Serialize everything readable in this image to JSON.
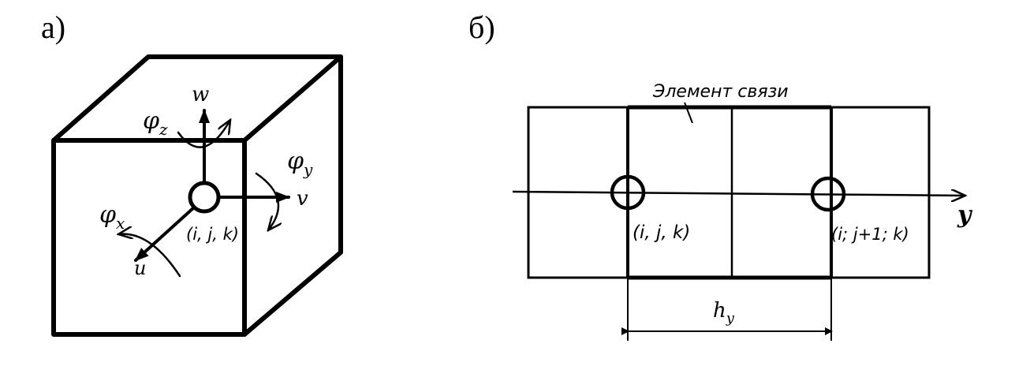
{
  "panel_a": {
    "label": "а)",
    "axes": {
      "w": "w",
      "v": "v",
      "u": "u"
    },
    "rotations": {
      "phi_z": "φz",
      "phi_y": "φy",
      "phi_x": "φx"
    },
    "node_label": "(i, j, k)"
  },
  "panel_b": {
    "label": "б)",
    "link_element_label": "Элемент связи",
    "node1_label": "(i, j, k)",
    "node2_label": "(i; j+1; k)",
    "axis_label": "y",
    "dimension_label": "hy"
  }
}
